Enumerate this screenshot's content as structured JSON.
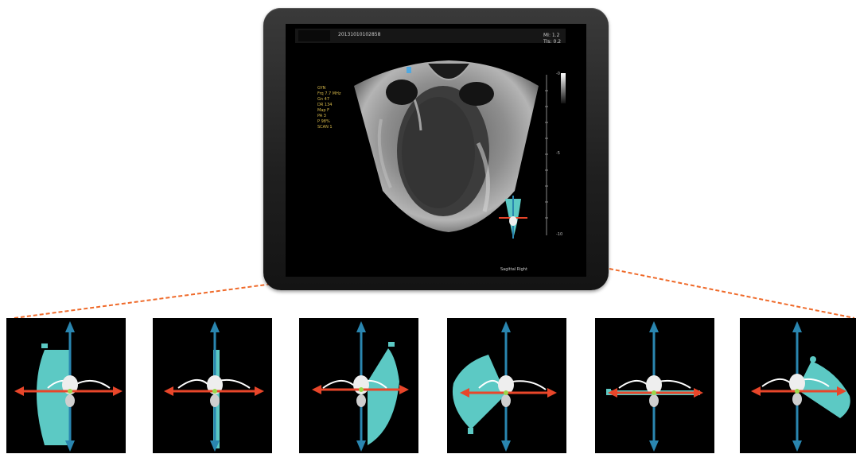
{
  "screen": {
    "timestamp": "20131010102858",
    "mi_label": "MI:",
    "mi_value": "1.2",
    "tis_label": "TIs:",
    "tis_value": "0.2",
    "params": [
      "GYN",
      "Frq 7.7 MHz",
      "Gn 47",
      "DR 134",
      "Map F",
      "PA 3",
      "P 98%",
      "SCAN 1"
    ],
    "scale_top": "-0",
    "scale_mid": "-5",
    "scale_bottom": "-10",
    "orientation_caption": "Sagittal Right"
  },
  "colors": {
    "probe_cyan": "#5cc9c4",
    "axis_blue": "#2a86b0",
    "axis_red": "#e8462a",
    "dash_orange": "#ef6a2a"
  },
  "thumbnails": [
    {
      "icon": "sagittal-left-probe-diagram"
    },
    {
      "icon": "sagittal-center-probe-diagram"
    },
    {
      "icon": "sagittal-right-probe-diagram"
    },
    {
      "icon": "coronal-tilt-left-probe-diagram"
    },
    {
      "icon": "transverse-probe-diagram"
    },
    {
      "icon": "coronal-tilt-right-probe-diagram"
    }
  ]
}
